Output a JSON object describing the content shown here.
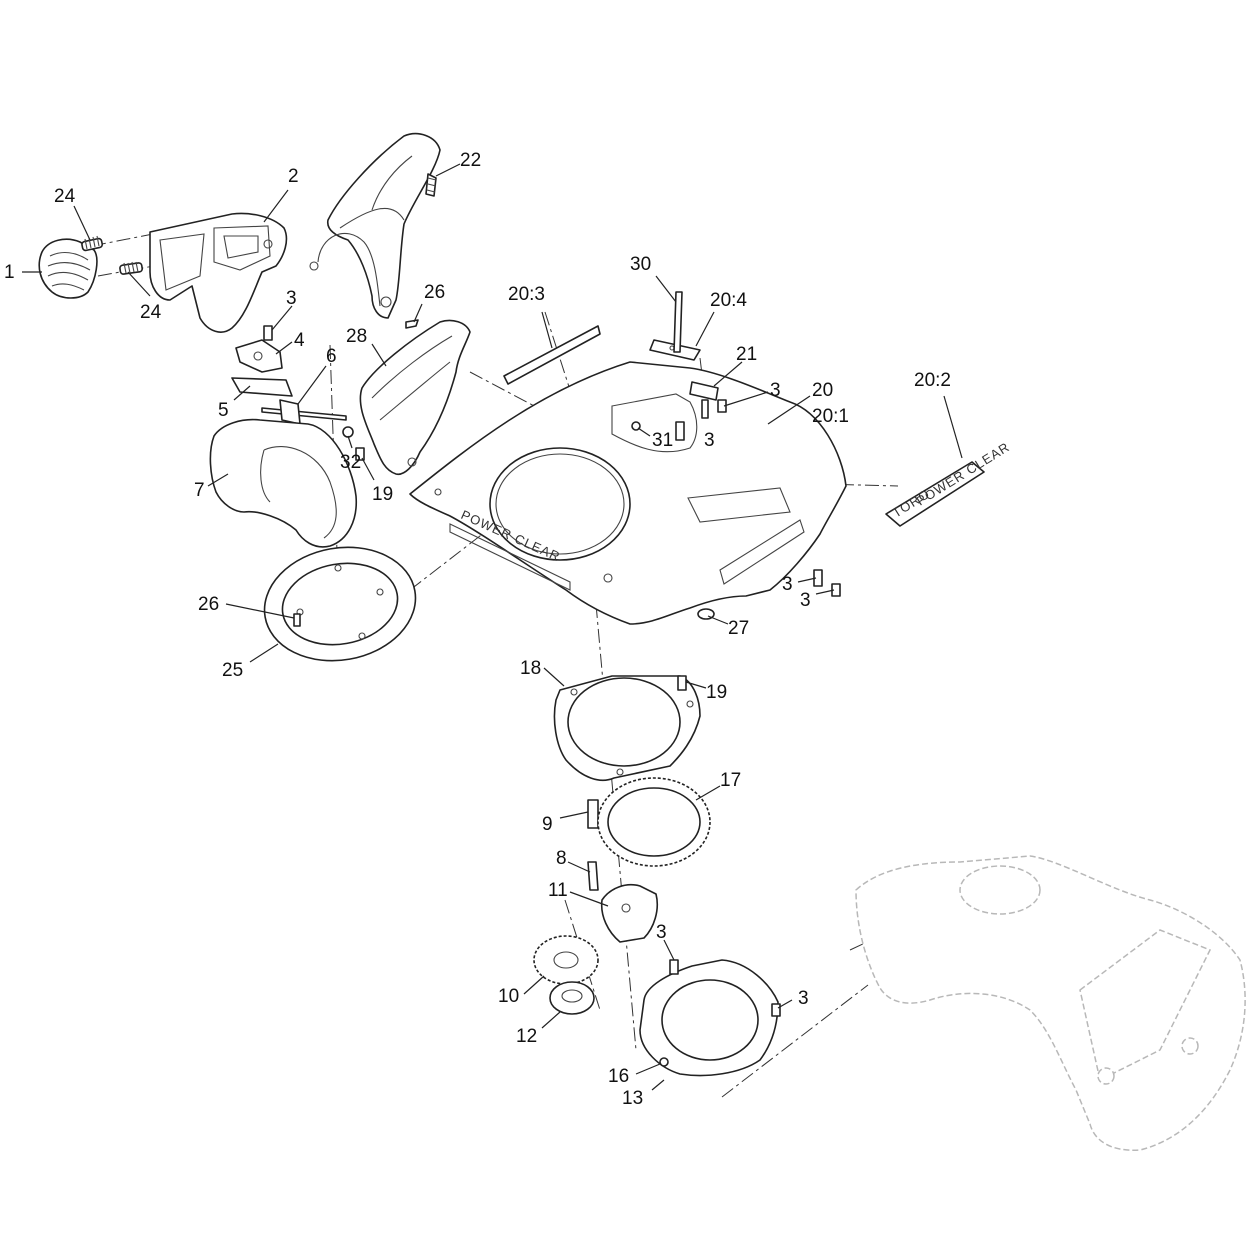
{
  "decals": {
    "housing_text": "POWER CLEAR",
    "sticker_brand": "TORO",
    "sticker_text": "POWER CLEAR"
  },
  "callouts": [
    {
      "id": "c-1",
      "label": "1"
    },
    {
      "id": "c-2",
      "label": "2"
    },
    {
      "id": "c-24a",
      "label": "24"
    },
    {
      "id": "c-24b",
      "label": "24"
    },
    {
      "id": "c-22",
      "label": "22"
    },
    {
      "id": "c-3a",
      "label": "3"
    },
    {
      "id": "c-4",
      "label": "4"
    },
    {
      "id": "c-26a",
      "label": "26"
    },
    {
      "id": "c-28",
      "label": "28"
    },
    {
      "id": "c-6",
      "label": "6"
    },
    {
      "id": "c-5",
      "label": "5"
    },
    {
      "id": "c-7",
      "label": "7"
    },
    {
      "id": "c-32",
      "label": "32"
    },
    {
      "id": "c-19a",
      "label": "19"
    },
    {
      "id": "c-20-3",
      "label": "20:3"
    },
    {
      "id": "c-30",
      "label": "30"
    },
    {
      "id": "c-20-4",
      "label": "20:4"
    },
    {
      "id": "c-21",
      "label": "21"
    },
    {
      "id": "c-3b",
      "label": "3"
    },
    {
      "id": "c-31",
      "label": "31"
    },
    {
      "id": "c-3c",
      "label": "3"
    },
    {
      "id": "c-20",
      "label": "20"
    },
    {
      "id": "c-20-1",
      "label": "20:1"
    },
    {
      "id": "c-20-2",
      "label": "20:2"
    },
    {
      "id": "c-3d",
      "label": "3"
    },
    {
      "id": "c-3e",
      "label": "3"
    },
    {
      "id": "c-27",
      "label": "27"
    },
    {
      "id": "c-26b",
      "label": "26"
    },
    {
      "id": "c-25",
      "label": "25"
    },
    {
      "id": "c-18",
      "label": "18"
    },
    {
      "id": "c-19b",
      "label": "19"
    },
    {
      "id": "c-9",
      "label": "9"
    },
    {
      "id": "c-17",
      "label": "17"
    },
    {
      "id": "c-8",
      "label": "8"
    },
    {
      "id": "c-11",
      "label": "11"
    },
    {
      "id": "c-3f",
      "label": "3"
    },
    {
      "id": "c-10",
      "label": "10"
    },
    {
      "id": "c-3g",
      "label": "3"
    },
    {
      "id": "c-12",
      "label": "12"
    },
    {
      "id": "c-16",
      "label": "16"
    },
    {
      "id": "c-13",
      "label": "13"
    }
  ]
}
